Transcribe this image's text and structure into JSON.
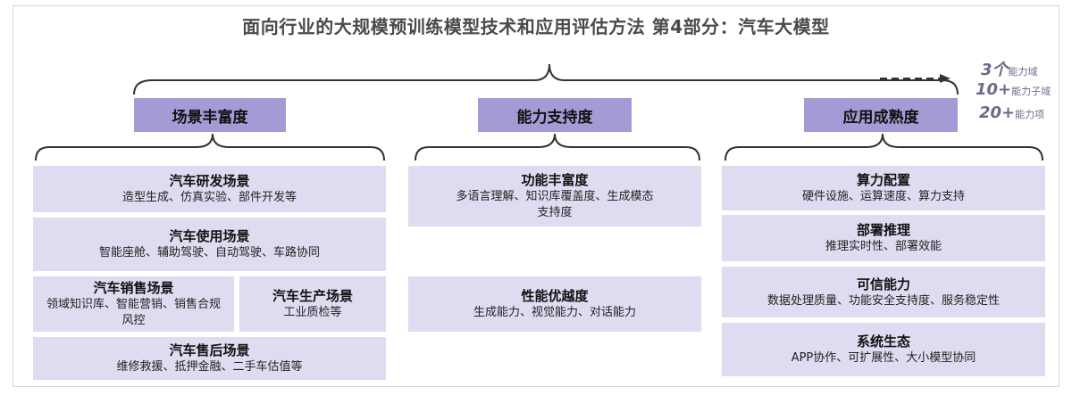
{
  "title": "面向行业的大规模预训练模型技术和应用评估方法 第4部分：汽车大模型",
  "legend": [
    {
      "num": "3个",
      "unit": "能力域"
    },
    {
      "num": "10+",
      "unit": "能力子域"
    },
    {
      "num": "20+",
      "unit": "能力项"
    }
  ],
  "columns": [
    {
      "header": "场景丰富度",
      "cards": [
        {
          "title": "汽车研发场景",
          "desc": "造型生成、仿真实验、部件开发等"
        },
        {
          "title": "汽车使用场景",
          "desc": "智能座舱、辅助驾驶、自动驾驶、车路协同"
        },
        {
          "title": "汽车销售场景",
          "desc": "领域知识库、智能营销、销售合规风控"
        },
        {
          "title": "汽车生产场景",
          "desc": "工业质检等"
        },
        {
          "title": "汽车售后场景",
          "desc": "维修救援、抵押金融、二手车估值等"
        }
      ]
    },
    {
      "header": "能力支持度",
      "cards": [
        {
          "title": "功能丰富度",
          "desc": "多语言理解、知识库覆盖度、生成模态支持度"
        },
        {
          "title": "性能优越度",
          "desc": "生成能力、视觉能力、对话能力"
        }
      ]
    },
    {
      "header": "应用成熟度",
      "cards": [
        {
          "title": "算力配置",
          "desc": "硬件设施、运算速度、算力支持"
        },
        {
          "title": "部署推理",
          "desc": "推理实时性、部署效能"
        },
        {
          "title": "可信能力",
          "desc": "数据处理质量、功能安全支持度、服务稳定性"
        },
        {
          "title": "系统生态",
          "desc": "APP协作、可扩展性、大小模型协同"
        }
      ]
    }
  ]
}
